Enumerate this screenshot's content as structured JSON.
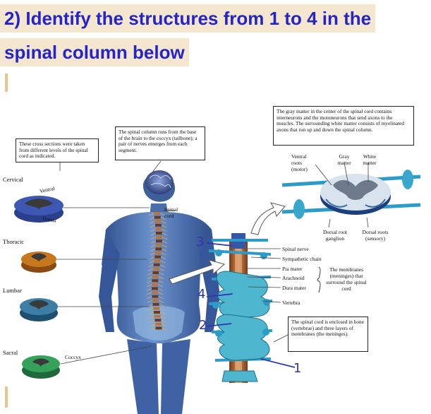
{
  "question": {
    "line1": "2) Identify the structures from 1 to 4 in the",
    "line2": "spinal column below"
  },
  "callouts": {
    "cross_sections": "These cross sections were taken from different levels of the spinal cord as indicated.",
    "spinal_column": "The spinal column runs from the base of the brain to the coccyx (tailbone); a pair of nerves emerges from each segment.",
    "gray_matter": "The gray matter in the center of the spinal cord contains interneurons and the motoneurons that send axons to the muscles. The surrounding white matter consists of myelinated axons that run up and down the spinal column.",
    "enclosed": "The spinal cord is enclosed in bone (vertebrae) and three layers of membranes (the meninges)."
  },
  "sections": {
    "cervical": "Cervical",
    "thoracic": "Thoracic",
    "lumbar": "Lumbar",
    "sacral": "Sacral"
  },
  "labels": {
    "ventral": "Ventral",
    "dorsal": "Dorsal",
    "spinal_cord": "Spinal cord",
    "coccyx": "Coccyx",
    "ventral_roots": "Ventral roots (motor)",
    "gray_matter": "Gray matter",
    "white_matter": "White matter",
    "dorsal_root_ganglion": "Dorsal root ganglion",
    "dorsal_roots": "Dorsal roots (sensory)",
    "spinal_nerve": "Spinal nerve",
    "sympathetic_chain": "Sympathetic chain",
    "pia_mater": "Pia mater",
    "arachnoid": "Arachnoid",
    "dura_mater": "Dura mater",
    "meninges_note": "The membranes (meninges) that surround the spinal cord",
    "vertebra": "Vertebra"
  },
  "handwritten": {
    "n1": "1",
    "n2": "2",
    "n3": "3",
    "n4": "4"
  }
}
